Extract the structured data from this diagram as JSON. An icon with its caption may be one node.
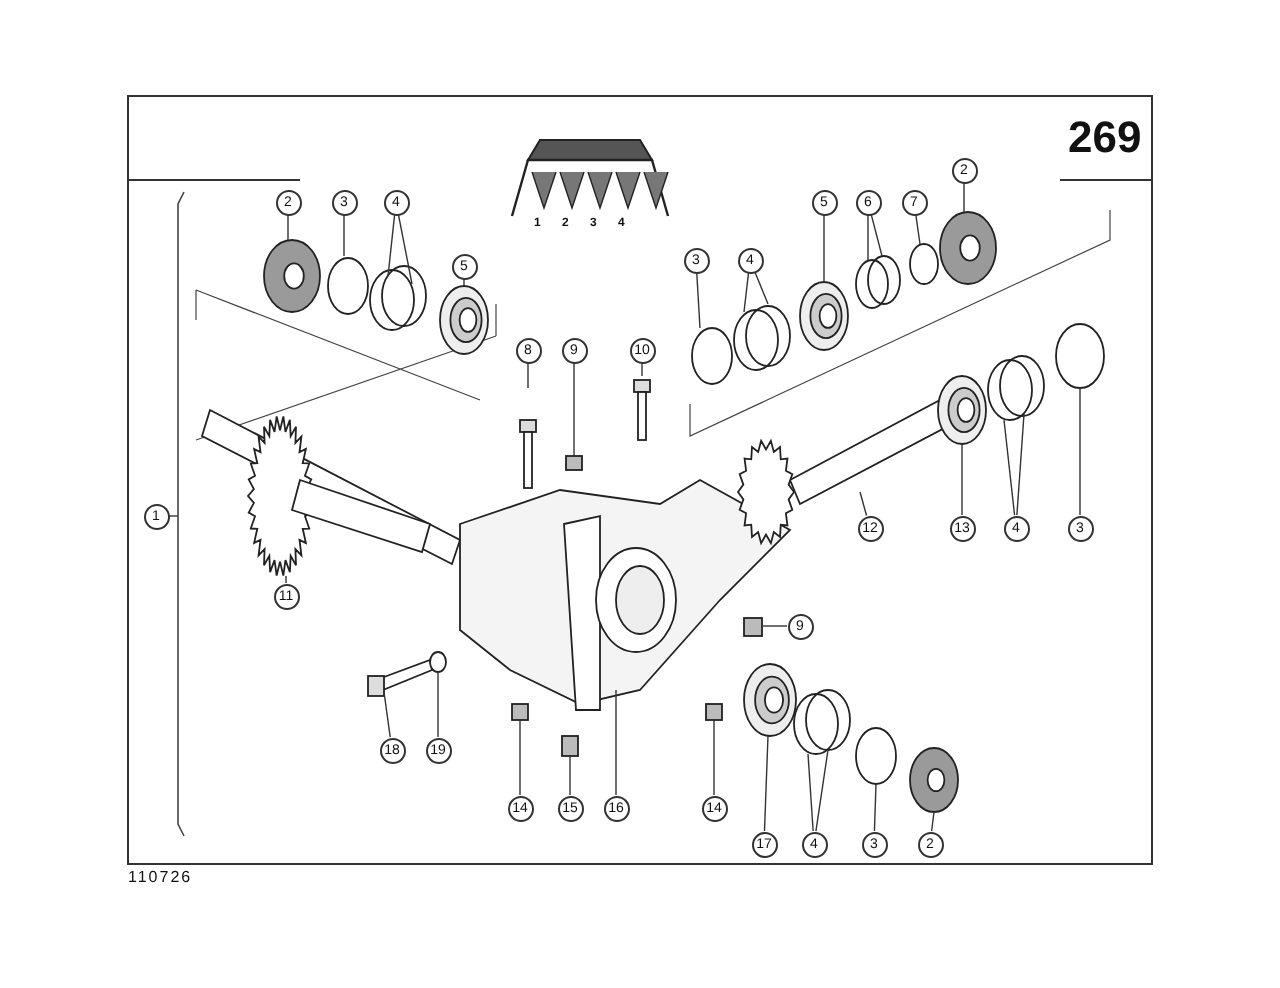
{
  "diagram": {
    "nodes": [
      {
        "text": [
          "2"
        ]
      },
      {
        "text": [
          "2"
        ]
      },
      {
        "text": [
          "3"
        ]
      },
      {
        "text": [
          "4"
        ]
      },
      {
        "text": [
          "5"
        ]
      },
      {
        "text": [
          "6"
        ]
      },
      {
        "text": [
          "7"
        ]
      },
      {
        "text": [
          "3"
        ]
      },
      {
        "text": [
          "4"
        ]
      },
      {
        "text": [
          "5"
        ]
      },
      {
        "text": [
          "8"
        ]
      },
      {
        "text": [
          "9"
        ]
      },
      {
        "text": [
          "10"
        ]
      },
      {
        "text": [
          "1"
        ]
      },
      {
        "text": [
          "12"
        ]
      },
      {
        "text": [
          "13"
        ]
      },
      {
        "text": [
          "4"
        ]
      },
      {
        "text": [
          "3"
        ]
      },
      {
        "text": [
          "11"
        ]
      },
      {
        "text": [
          "9"
        ]
      },
      {
        "text": [
          "18"
        ]
      },
      {
        "text": [
          "19"
        ]
      },
      {
        "text": [
          "14"
        ]
      },
      {
        "text": [
          "15"
        ]
      },
      {
        "text": [
          "16"
        ]
      },
      {
        "text": [
          "14"
        ]
      },
      {
        "text": [
          "17"
        ]
      },
      {
        "text": [
          "4"
        ]
      },
      {
        "text": [
          "3"
        ]
      },
      {
        "text": [
          "2"
        ]
      }
    ],
    "edges": [
      {
        "from": 0,
        "to": null,
        "arrow": "none"
      },
      {
        "from": 1,
        "to": null,
        "arrow": "none"
      },
      {
        "from": 2,
        "to": null,
        "arrow": "none"
      },
      {
        "from": 3,
        "to": null,
        "arrow": "none"
      },
      {
        "from": 3,
        "to": null,
        "arrow": "none"
      },
      {
        "from": 4,
        "to": null,
        "arrow": "none"
      },
      {
        "from": 5,
        "to": null,
        "arrow": "none"
      },
      {
        "from": 5,
        "to": null,
        "arrow": "none"
      },
      {
        "from": 6,
        "to": null,
        "arrow": "none"
      },
      {
        "from": 7,
        "to": null,
        "arrow": "none"
      },
      {
        "from": 8,
        "to": null,
        "arrow": "none"
      },
      {
        "from": 8,
        "to": null,
        "arrow": "none"
      },
      {
        "from": 9,
        "to": null,
        "arrow": "none"
      },
      {
        "from": 10,
        "to": null,
        "arrow": "none"
      },
      {
        "from": 11,
        "to": null,
        "arrow": "none"
      },
      {
        "from": 12,
        "to": null,
        "arrow": "none"
      },
      {
        "from": 14,
        "to": null,
        "arrow": "none"
      },
      {
        "from": 15,
        "to": null,
        "arrow": "none"
      },
      {
        "from": 16,
        "to": null,
        "arrow": "none"
      },
      {
        "from": 16,
        "to": null,
        "arrow": "none"
      },
      {
        "from": 17,
        "to": null,
        "arrow": "none"
      },
      {
        "from": 18,
        "to": null,
        "arrow": "none"
      },
      {
        "from": 19,
        "to": null,
        "arrow": "none"
      },
      {
        "from": 20,
        "to": null,
        "arrow": "none"
      },
      {
        "from": 21,
        "to": null,
        "arrow": "none"
      },
      {
        "from": 22,
        "to": null,
        "arrow": "none"
      },
      {
        "from": 23,
        "to": null,
        "arrow": "none"
      },
      {
        "from": 24,
        "to": null,
        "arrow": "none"
      },
      {
        "from": 25,
        "to": null,
        "arrow": "none"
      },
      {
        "from": 26,
        "to": null,
        "arrow": "none"
      },
      {
        "from": 27,
        "to": null,
        "arrow": "none"
      },
      {
        "from": 27,
        "to": null,
        "arrow": "none"
      },
      {
        "from": 28,
        "to": null,
        "arrow": "none"
      },
      {
        "from": 29,
        "to": null,
        "arrow": "none"
      }
    ],
    "labels": [
      "269",
      "1",
      "2",
      "3",
      "4",
      "110726"
    ]
  }
}
